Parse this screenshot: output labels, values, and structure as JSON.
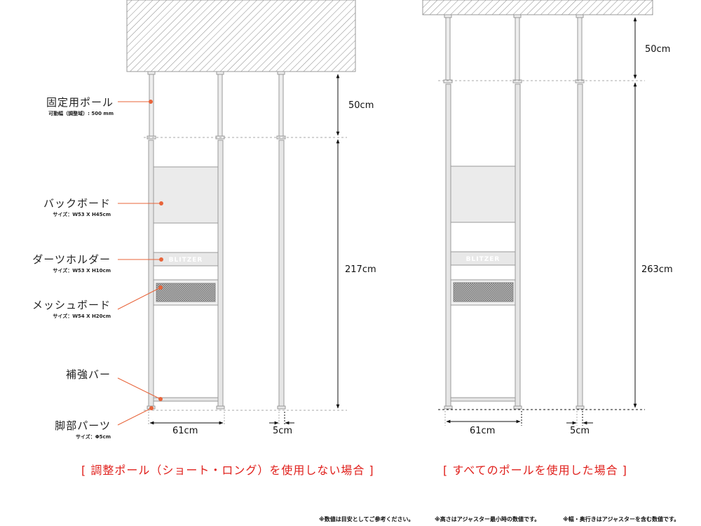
{
  "left_diagram": {
    "caption": "[ 調整ポール（ショート・ロング）を使用しない場合 ]",
    "dimensions": {
      "top_height": "50cm",
      "main_height": "217cm",
      "width": "61cm",
      "pole_diameter": "5cm"
    }
  },
  "right_diagram": {
    "caption": "[ すべてのポールを使用した場合 ]",
    "dimensions": {
      "top_height": "50cm",
      "main_height": "263cm",
      "width": "61cm",
      "pole_diameter": "5cm"
    }
  },
  "parts": [
    {
      "name": "固定用ポール",
      "detail": "可動幅（調整域）: 500 mm"
    },
    {
      "name": "バックボード",
      "detail": "サイズ：W53 X H45cm"
    },
    {
      "name": "ダーツホルダー",
      "detail": "サイズ：W53 X H10cm"
    },
    {
      "name": "メッシュボード",
      "detail": "サイズ：W54 X H20cm"
    },
    {
      "name": "補強バー",
      "detail": ""
    },
    {
      "name": "脚部パーツ",
      "detail": "サイズ：Φ5cm"
    }
  ],
  "brand_label": "BLITZER",
  "notes": [
    "※数値は目安としてご参考ください。",
    "※高さはアジャスター最小時の数値です。",
    "※幅・奥行きはアジャスターを含む数値です。"
  ],
  "colors": {
    "leader": "#e8643a",
    "caption": "#e0201c",
    "pole": "#e6e6e6",
    "outline": "#9a9a9a",
    "board": "#ebebeb"
  }
}
